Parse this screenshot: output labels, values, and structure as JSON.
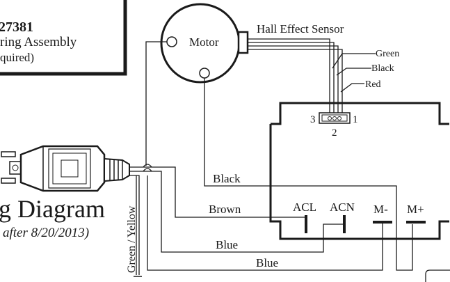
{
  "part_box": {
    "part_number": "27381",
    "line1": "ring Assembly",
    "line2": "quired)"
  },
  "title": {
    "main": "g Diagram",
    "sub": "after 8/20/2013)"
  },
  "components": {
    "motor_label": "Motor",
    "sensor_label": "Hall Effect Sensor",
    "connector_pin_left": "3",
    "connector_pin_right": "1",
    "connector_pin_bottom": "2"
  },
  "sensor_wires": [
    "Green",
    "Black",
    "Red"
  ],
  "wires": {
    "black": "Black",
    "brown": "Brown",
    "blue_upper": "Blue",
    "blue_lower": "Blue",
    "ground": "Green / Yellow"
  },
  "terminals": [
    "ACL",
    "ACN",
    "M-",
    "M+"
  ]
}
